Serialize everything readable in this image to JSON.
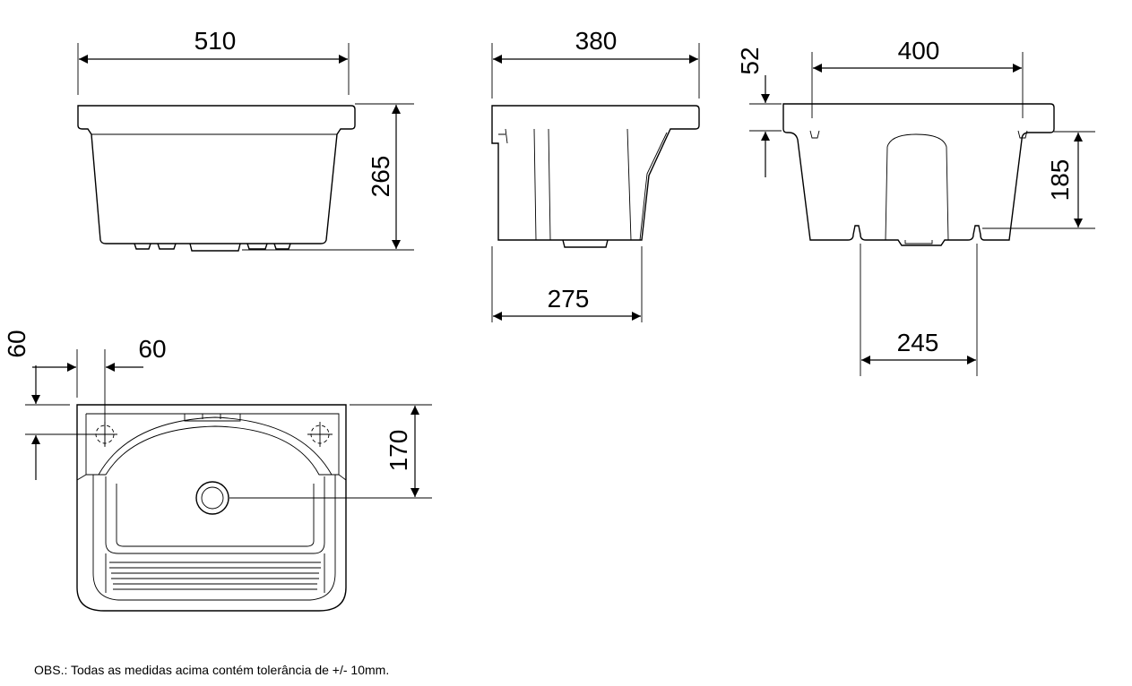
{
  "dimensions": {
    "front_width": "510",
    "front_height": "265",
    "side_top_depth": "380",
    "side_bottom_depth": "275",
    "back_rim_height": "52",
    "back_hole_spacing": "400",
    "back_body_height": "185",
    "back_bottom_spacing": "245",
    "plan_side_offset": "60",
    "plan_top_offset": "60",
    "plan_drain_offset": "170"
  },
  "note": "OBS.: Todas as medidas acima contém tolerância de +/- 10mm."
}
